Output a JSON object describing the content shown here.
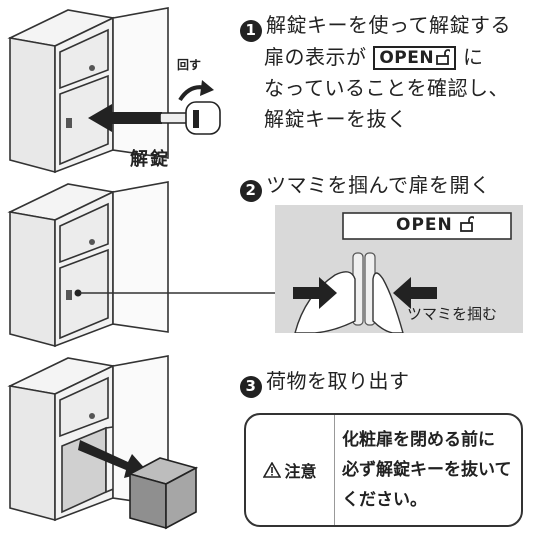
{
  "step1": {
    "number": "1",
    "lines": [
      "解錠キーを使って解錠する",
      "扉の表示が",
      "に",
      "なっていることを確認し、",
      "解錠キーを抜く"
    ],
    "badge": "OPEN",
    "badge_icon": "unlock-icon"
  },
  "figure1": {
    "rotate_label": "回す",
    "unlock_label": "解錠"
  },
  "step2": {
    "number": "2",
    "text": "ツマミを掴んで扉を開く"
  },
  "figure2": {
    "open_label": "OPEN",
    "pinch_label": "ツマミを掴む"
  },
  "step3": {
    "number": "3",
    "text": "荷物を取り出す"
  },
  "caution": {
    "label": "注意",
    "icon": "warning-icon",
    "lines": [
      "化粧扉を閉める前に",
      "必ず解錠キーを抜いて",
      "ください。"
    ]
  }
}
